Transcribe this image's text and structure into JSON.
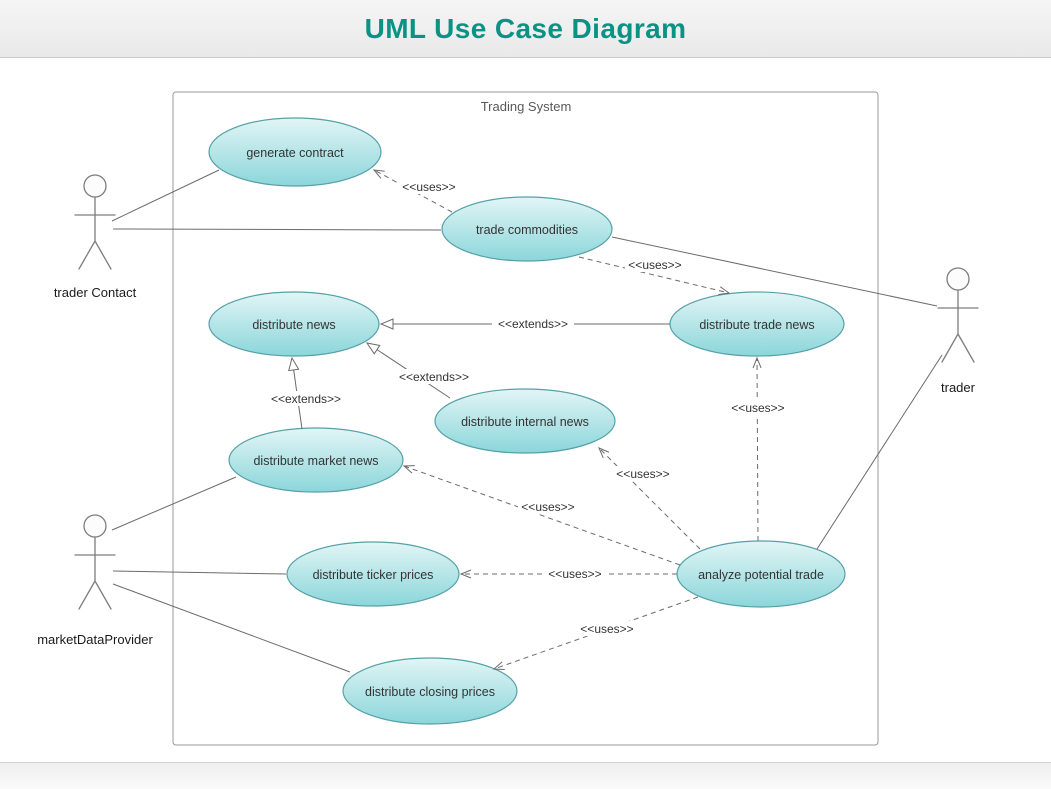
{
  "header": {
    "title": "UML Use Case Diagram"
  },
  "diagram": {
    "system_label": "Trading System",
    "actors": [
      {
        "id": "trader-contact",
        "label": "trader Contact"
      },
      {
        "id": "trader",
        "label": "trader"
      },
      {
        "id": "market-data-provider",
        "label": "marketDataProvider"
      }
    ],
    "use_cases": [
      {
        "id": "generate-contract",
        "label": "generate contract"
      },
      {
        "id": "trade-commodities",
        "label": "trade commodities"
      },
      {
        "id": "distribute-news",
        "label": "distribute news"
      },
      {
        "id": "distribute-trade-news",
        "label": "distribute trade news"
      },
      {
        "id": "distribute-internal-news",
        "label": "distribute internal news"
      },
      {
        "id": "distribute-market-news",
        "label": "distribute market news"
      },
      {
        "id": "distribute-ticker-prices",
        "label": "distribute ticker prices"
      },
      {
        "id": "analyze-potential-trade",
        "label": "analyze potential trade"
      },
      {
        "id": "distribute-closing-prices",
        "label": "distribute closing prices"
      }
    ],
    "relationships": [
      {
        "from": "trade commodities",
        "to": "generate contract",
        "type": "uses",
        "label": "<<uses>>"
      },
      {
        "from": "trade commodities",
        "to": "distribute trade news",
        "type": "uses",
        "label": "<<uses>>"
      },
      {
        "from": "distribute trade news",
        "to": "distribute news",
        "type": "extends",
        "label": "<<extends>>"
      },
      {
        "from": "distribute internal news",
        "to": "distribute news",
        "type": "extends",
        "label": "<<extends>>"
      },
      {
        "from": "distribute market news",
        "to": "distribute news",
        "type": "extends",
        "label": "<<extends>>"
      },
      {
        "from": "analyze potential trade",
        "to": "distribute trade news",
        "type": "uses",
        "label": "<<uses>>"
      },
      {
        "from": "analyze potential trade",
        "to": "distribute internal news",
        "type": "uses",
        "label": "<<uses>>"
      },
      {
        "from": "analyze potential trade",
        "to": "distribute market news",
        "type": "uses",
        "label": "<<uses>>"
      },
      {
        "from": "analyze potential trade",
        "to": "distribute ticker prices",
        "type": "uses",
        "label": "<<uses>>"
      },
      {
        "from": "analyze potential trade",
        "to": "distribute closing prices",
        "type": "uses",
        "label": "<<uses>>"
      }
    ],
    "associations": [
      {
        "actor": "trader Contact",
        "use_case": "generate contract"
      },
      {
        "actor": "trader Contact",
        "use_case": "trade commodities"
      },
      {
        "actor": "trader",
        "use_case": "trade commodities"
      },
      {
        "actor": "trader",
        "use_case": "analyze potential trade"
      },
      {
        "actor": "marketDataProvider",
        "use_case": "distribute market news"
      },
      {
        "actor": "marketDataProvider",
        "use_case": "distribute ticker prices"
      },
      {
        "actor": "marketDataProvider",
        "use_case": "distribute closing prices"
      }
    ]
  },
  "colors": {
    "title": "#0a9384",
    "ellipse_fill_top": "#e2f5f6",
    "ellipse_fill_bottom": "#8bd6da",
    "ellipse_stroke": "#55a1a7",
    "connector": "#6b6b6b",
    "actor": "#7d7d7d",
    "label_text": "#333333"
  }
}
